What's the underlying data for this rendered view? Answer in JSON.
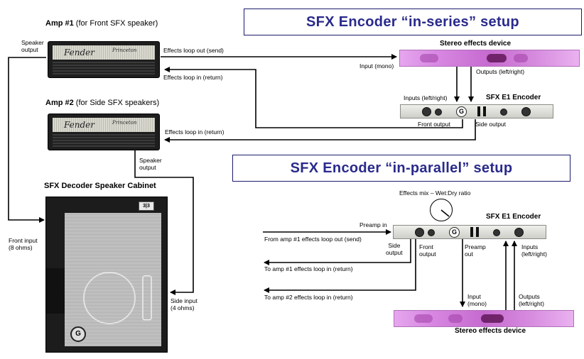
{
  "banners": {
    "in_series": "SFX Encoder “in-series” setup",
    "in_parallel": "SFX Encoder “in-parallel” setup"
  },
  "amp1": {
    "title_bold": "Amp #1",
    "title_rest": " (for Front SFX speaker)",
    "script": "Fender",
    "model": "Princeton",
    "speaker_output": "Speaker\noutput",
    "loop_out": "Effects loop out (send)",
    "loop_in": "Effects loop in (return)"
  },
  "amp2": {
    "title_bold": "Amp #2",
    "title_rest": " (for Side SFX speakers)",
    "script": "Fender",
    "model": "Princeton",
    "loop_in": "Effects loop in (return)",
    "speaker_output": "Speaker\noutput"
  },
  "cabinet": {
    "title": "SFX Decoder Speaker Cabinet",
    "badge": "3|3",
    "logo": "G",
    "front_input": "Front input\n(8 ohms)",
    "side_input": "Side input\n(4 ohms)"
  },
  "series": {
    "fx_title": "Stereo effects device",
    "input_mono": "Input (mono)",
    "outputs_lr": "Outputs (left/right)",
    "encoder_title": "SFX E1 Encoder",
    "inputs_lr": "Inputs (left/right)",
    "front_output": "Front output",
    "side_output": "Side output",
    "encoder_logo": "G"
  },
  "parallel": {
    "mix_label": "Effects mix – Wet:Dry ratio",
    "encoder_title": "SFX E1 Encoder",
    "preamp_in": "Preamp in",
    "from_amp1": "From amp #1 effects loop out (send)",
    "side_output": "Side\noutput",
    "front_output": "Front\noutput",
    "preamp_out": "Preamp\nout",
    "inputs_lr": "Inputs\n(left/right)",
    "to_amp1": "To amp #1 effects loop in (return)",
    "to_amp2": "To amp #2 effects loop in (return)",
    "input_mono": "Input\n(mono)",
    "outputs_lr": "Outputs\n(left/right)",
    "fx_title": "Stereo effects device",
    "encoder_logo": "G"
  },
  "colors": {
    "banner_text": "#2a2a8c",
    "fx_purple": "#d888e2",
    "wire": "#000000"
  }
}
